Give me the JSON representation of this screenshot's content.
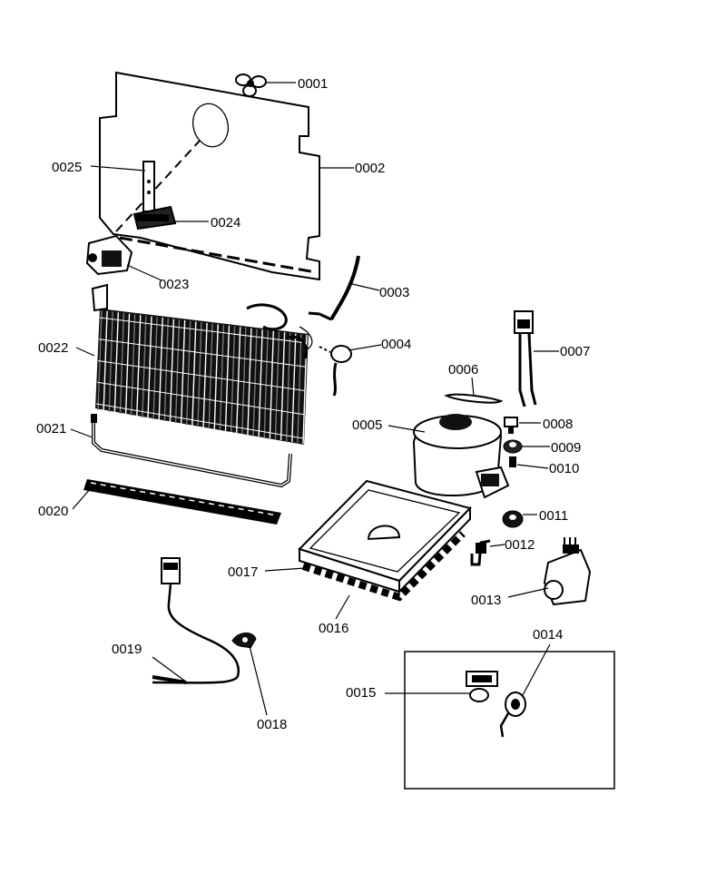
{
  "labels": {
    "p0001": "0001",
    "p0002": "0002",
    "p0003": "0003",
    "p0004": "0004",
    "p0005": "0005",
    "p0006": "0006",
    "p0007": "0007",
    "p0008": "0008",
    "p0009": "0009",
    "p0010": "0010",
    "p0011": "0011",
    "p0012": "0012",
    "p0013": "0013",
    "p0014": "0014",
    "p0015": "0015",
    "p0016": "0016",
    "p0017": "0017",
    "p0018": "0018",
    "p0019": "0019",
    "p0020": "0020",
    "p0021": "0021",
    "p0022": "0022",
    "p0023": "0023",
    "p0024": "0024",
    "p0025": "0025"
  }
}
